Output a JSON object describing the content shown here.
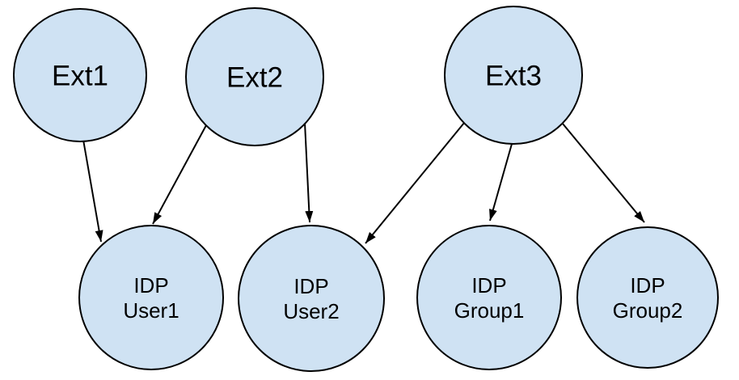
{
  "diagram": {
    "colors": {
      "node_fill": "#cfe2f3",
      "node_stroke": "#000000",
      "edge_color": "#000000",
      "label_color": "#000000",
      "background": "#ffffff"
    },
    "nodes": {
      "ext1": {
        "label": "Ext1"
      },
      "ext2": {
        "label": "Ext2"
      },
      "ext3": {
        "label": "Ext3"
      },
      "idp_user1": {
        "line1": "IDP",
        "line2": "User1"
      },
      "idp_user2": {
        "line1": "IDP",
        "line2": "User2"
      },
      "idp_group1": {
        "line1": "IDP",
        "line2": "Group1"
      },
      "idp_group2": {
        "line1": "IDP",
        "line2": "Group2"
      }
    },
    "edges": [
      {
        "from": "Ext1",
        "to": "IDP User1"
      },
      {
        "from": "Ext2",
        "to": "IDP User1"
      },
      {
        "from": "Ext2",
        "to": "IDP User2"
      },
      {
        "from": "Ext3",
        "to": "IDP User2"
      },
      {
        "from": "Ext3",
        "to": "IDP Group1"
      },
      {
        "from": "Ext3",
        "to": "IDP Group2"
      }
    ]
  }
}
